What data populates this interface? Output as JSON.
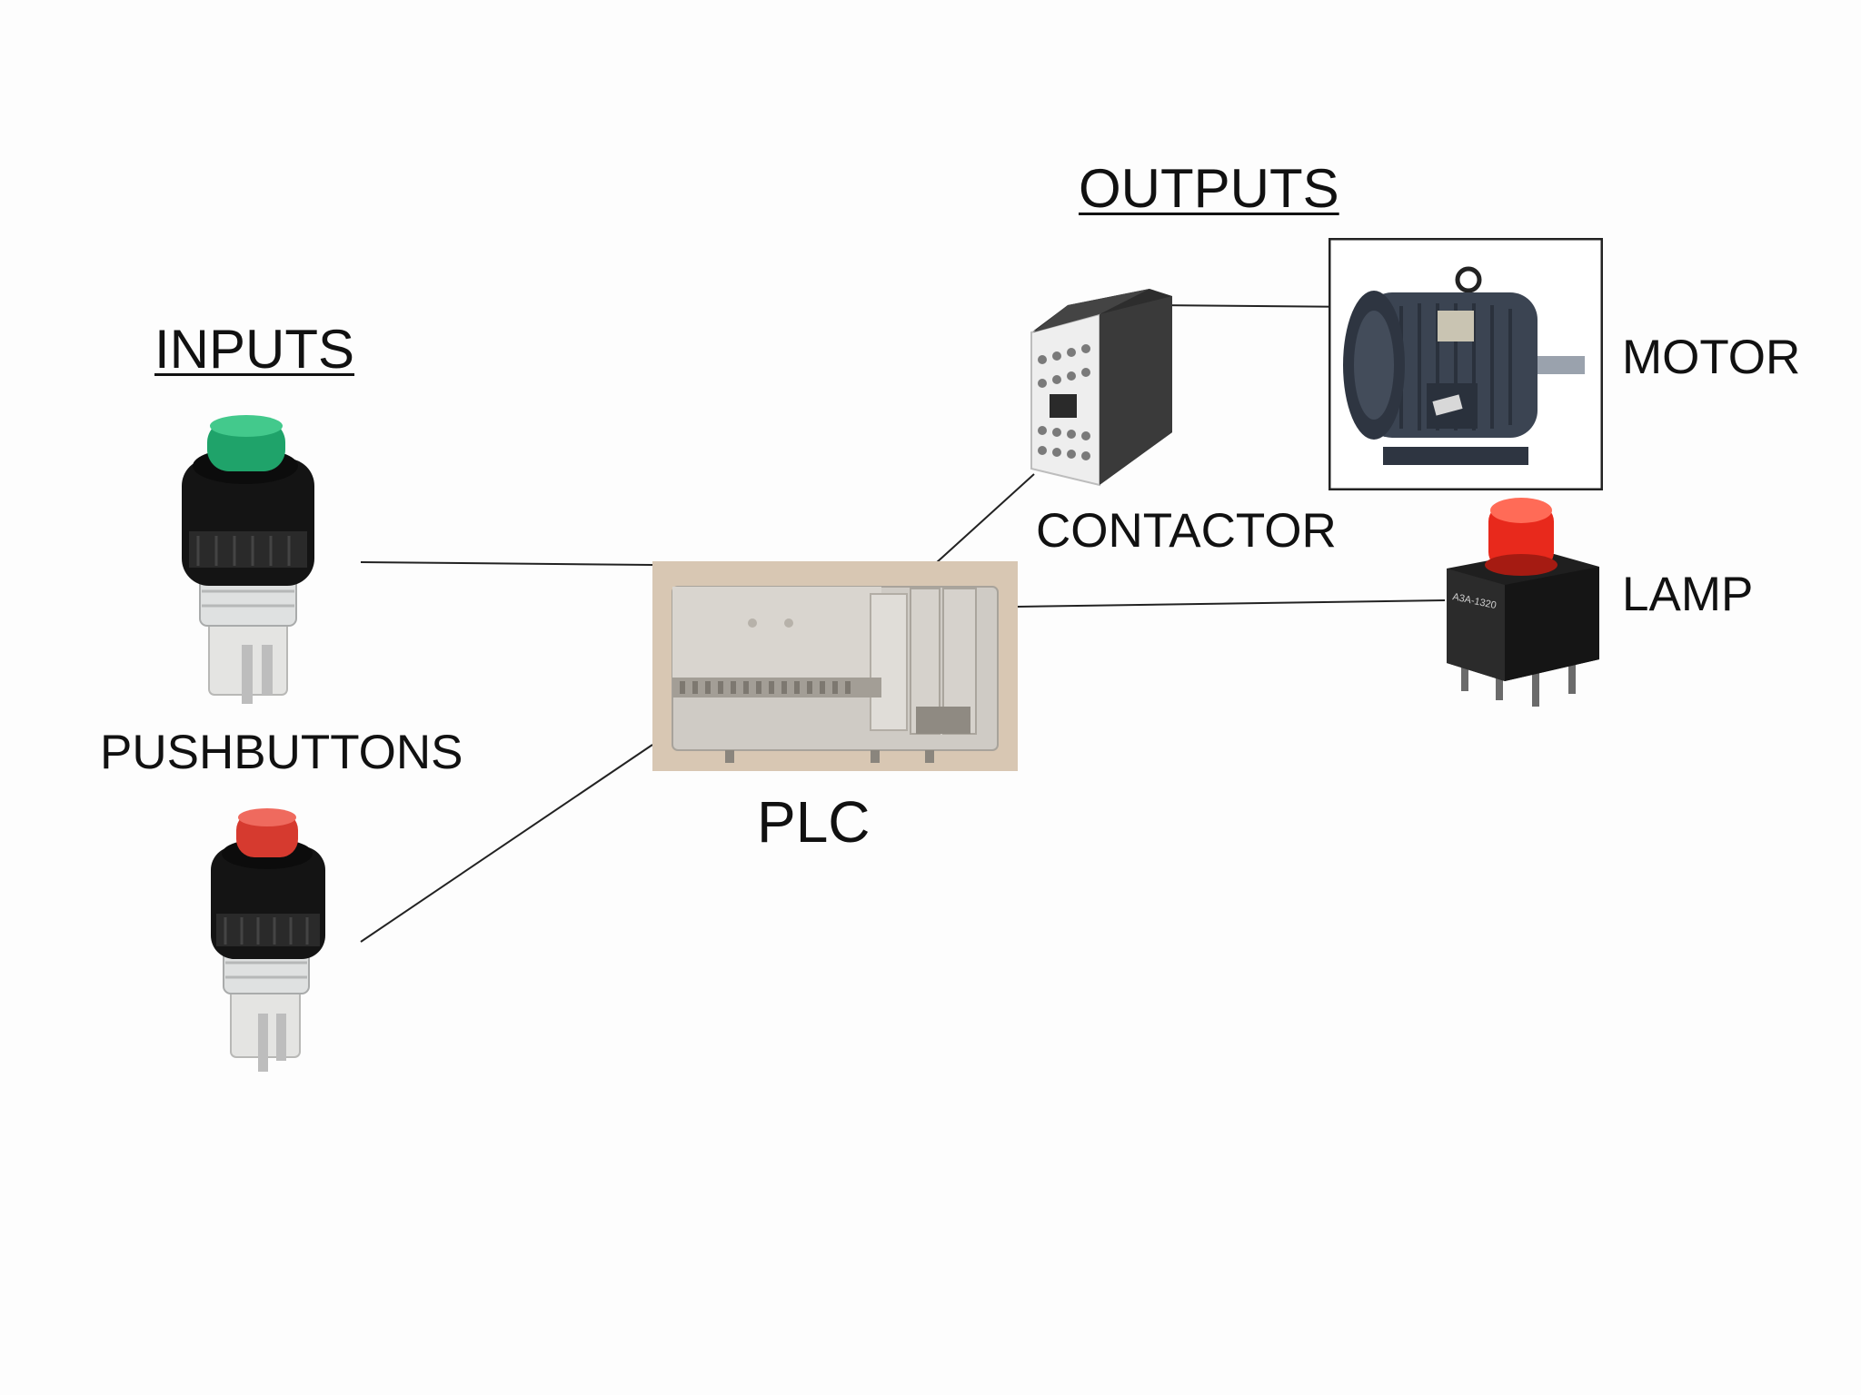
{
  "headings": {
    "inputs": "INPUTS",
    "outputs": "OUTPUTS"
  },
  "labels": {
    "pushbuttons": "PUSHBUTTONS",
    "plc": "PLC",
    "contactor": "CONTACTOR",
    "motor": "MOTOR",
    "lamp": "LAMP"
  },
  "devices": [
    {
      "name": "green-pushbutton",
      "icon": "green-pushbutton-icon",
      "color": "#1fa36a"
    },
    {
      "name": "red-pushbutton",
      "icon": "red-pushbutton-icon",
      "color": "#d63a2f"
    },
    {
      "name": "plc-unit",
      "icon": "plc-icon",
      "color": "#c9c4bd"
    },
    {
      "name": "contactor",
      "icon": "contactor-icon",
      "color": "#e9e9e9"
    },
    {
      "name": "motor",
      "icon": "motor-icon",
      "color": "#3b4452"
    },
    {
      "name": "lamp",
      "icon": "lamp-icon",
      "color": "#e8291c"
    }
  ],
  "connections": [
    [
      "green-pushbutton",
      "plc-unit"
    ],
    [
      "red-pushbutton",
      "plc-unit"
    ],
    [
      "plc-unit",
      "contactor"
    ],
    [
      "plc-unit",
      "lamp"
    ],
    [
      "contactor",
      "motor"
    ]
  ]
}
